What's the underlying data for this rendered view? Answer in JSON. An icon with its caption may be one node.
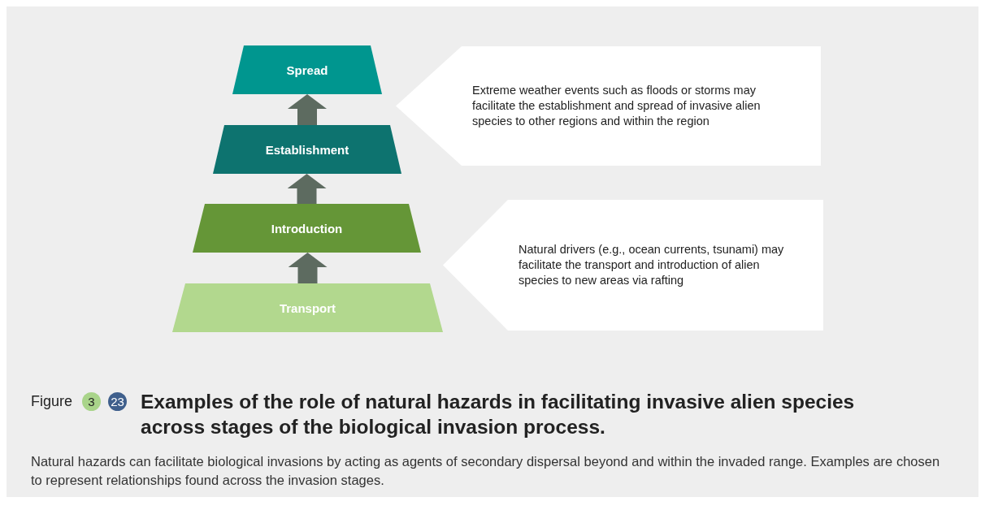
{
  "diagram": {
    "title": "Examples of the role of natural hazards in facilitating invasive alien species across stages of the biological invasion process.",
    "caption": "Natural hazards can facilitate biological invasions by acting as agents of secondary dispersal beyond and within the invaded range. Examples are chosen to represent relationships found across the invasion stages.",
    "nodes": [
      {
        "text": [
          "Spread"
        ]
      },
      {
        "text": [
          "Establishment"
        ]
      },
      {
        "text": [
          "Introduction"
        ]
      },
      {
        "text": [
          "Transport"
        ]
      },
      {
        "text": [
          "Extreme weather events such as floods or storms may facilitate the establishment and spread of invasive alien species to other regions and within the region"
        ]
      },
      {
        "text": [
          "Natural drivers (e.g., ocean currents, tsunami) may facilitate the transport and introduction of alien species to new areas via rafting"
        ]
      }
    ],
    "edges": [
      {
        "from": 3,
        "to": 2,
        "arrow": "to"
      },
      {
        "from": 2,
        "to": 1,
        "arrow": "to"
      },
      {
        "from": 1,
        "to": 0,
        "arrow": "to"
      }
    ],
    "labels": [
      "Figure",
      "3",
      "23"
    ]
  }
}
